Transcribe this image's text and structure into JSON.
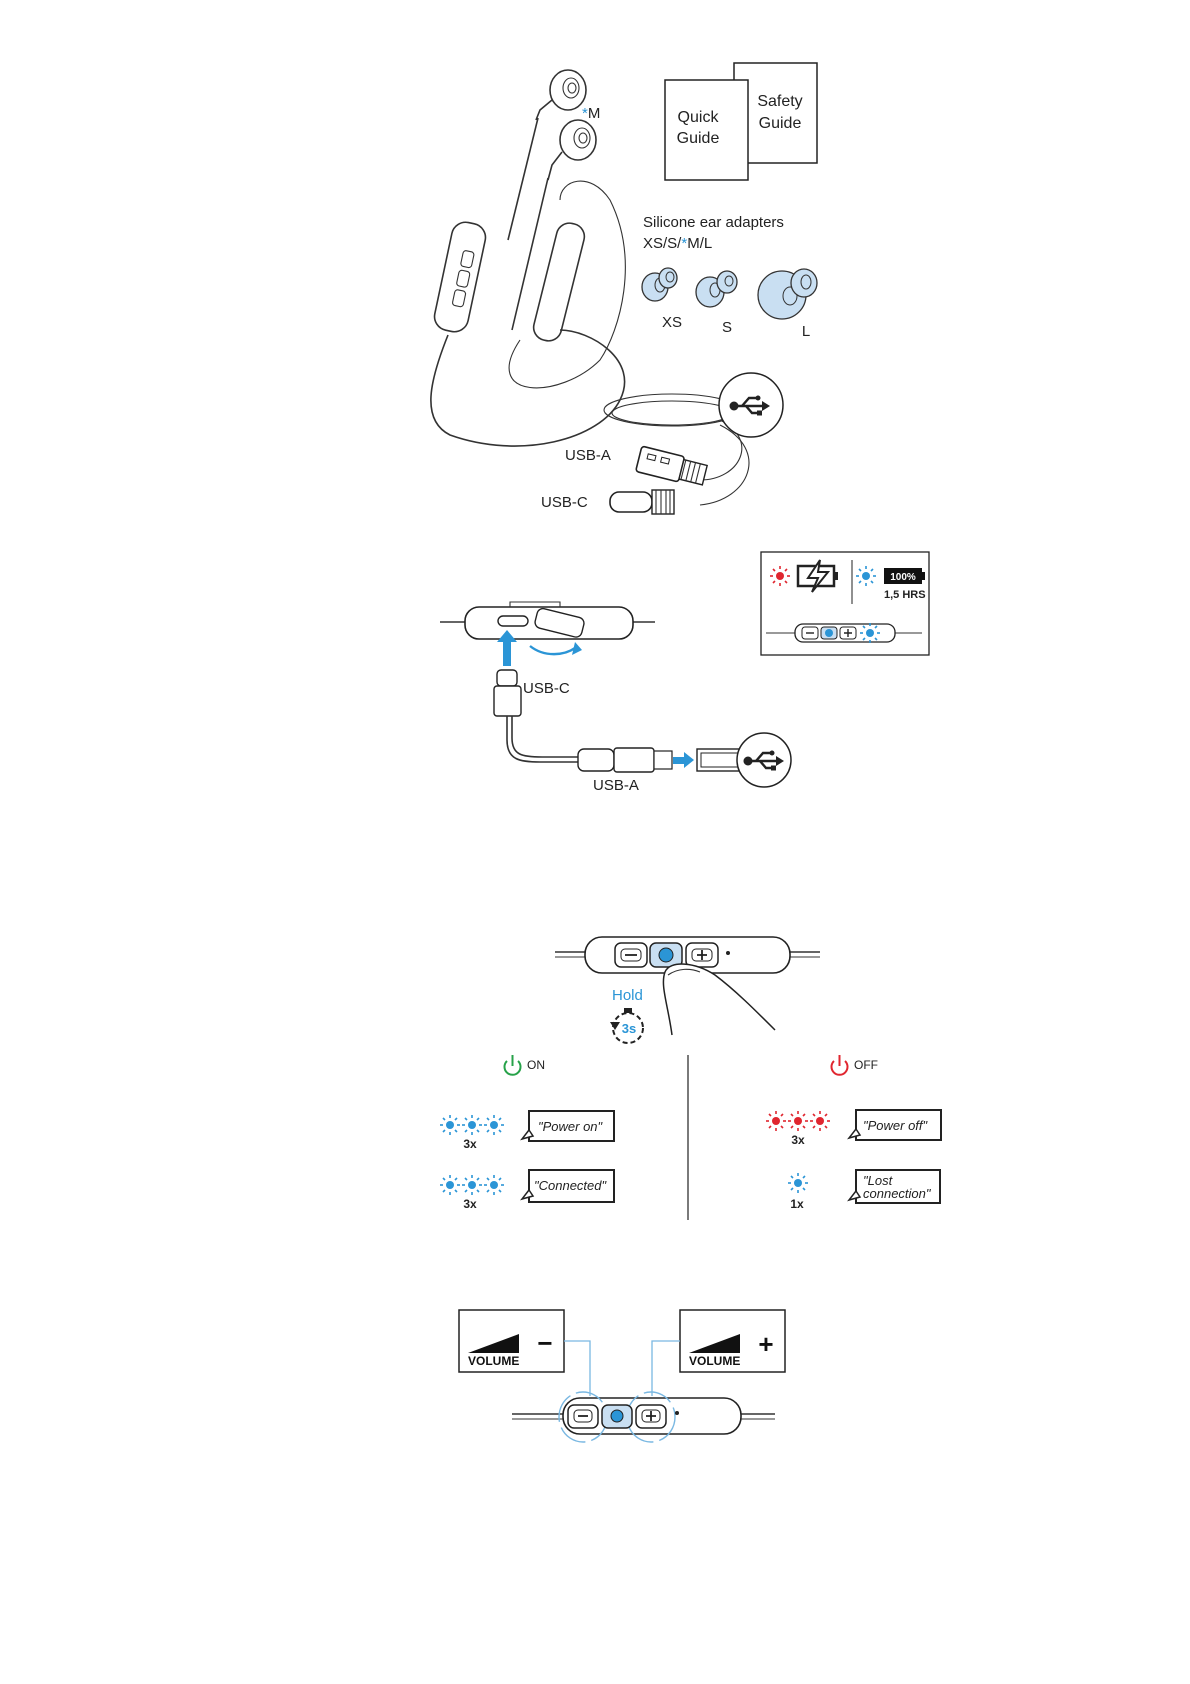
{
  "section1": {
    "size_marker_star": "*",
    "size_marker_letter": "M",
    "quick_guide": [
      "Quick",
      "Guide"
    ],
    "safety_guide": [
      "Safety",
      "Guide"
    ],
    "adapters_title": "Silicone ear adapters",
    "adapters_sizes_prefix": "XS/S/",
    "adapters_sizes_star": "*",
    "adapters_sizes_suffix": "M/L",
    "adapter_labels": [
      "XS",
      "S",
      "L"
    ],
    "usb_a": "USB-A",
    "usb_c": "USB-C"
  },
  "section2": {
    "battery_percent": "100%",
    "battery_hours": "1,5 HRS",
    "usb_c": "USB-C",
    "usb_a": "USB-A"
  },
  "section3": {
    "hold": "Hold",
    "hold_time": "3s",
    "on_label": "ON",
    "off_label": "OFF",
    "on_messages": [
      {
        "count": "3x",
        "text": "\"Power on\""
      },
      {
        "count": "3x",
        "text": "\"Connected\""
      }
    ],
    "off_messages": [
      {
        "count": "3x",
        "text": "\"Power off\""
      },
      {
        "count": "1x",
        "text_line1": "\"Lost",
        "text_line2": "connection\""
      }
    ]
  },
  "section4": {
    "volume_label": "VOLUME",
    "minus": "−",
    "plus": "+"
  },
  "colors": {
    "accent_blue": "#2b95d6",
    "led_red": "#e0262f",
    "power_on_green": "#27a24a",
    "power_off_red": "#e0262f"
  }
}
